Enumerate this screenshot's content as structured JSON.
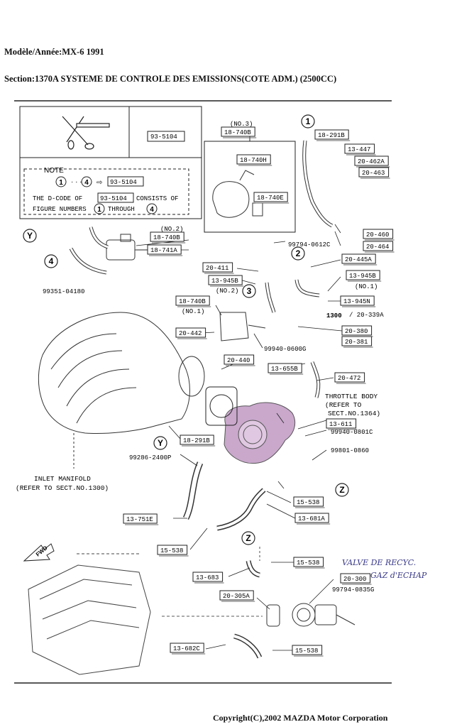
{
  "header": {
    "model_line": "Modèle/Année:MX-6 1991",
    "section_line": "Section:1370A  SYSTEME DE CONTROLE DES EMISSIONS(COTE ADM.) (2500CC)"
  },
  "note": {
    "title": "NOTE",
    "range_from": "1",
    "range_to": "4",
    "arrow_code": "93-5104",
    "line1_pre": "THE D-CODE OF",
    "line1_code": "93-5104",
    "line1_post": "CONSISTS OF",
    "line2_pre": "FIGURE NUMBERS",
    "line2_mid": "THROUGH",
    "line2_from": "1",
    "line2_to": "4"
  },
  "kit_code": "93-5104",
  "callouts": {
    "no3": "(NO.3)",
    "no2_top": "(NO.2)",
    "no2_mid": "(NO.2)",
    "no1_left": "(NO.1)",
    "no1_right": "(NO.1)",
    "bold_1300": "1300",
    "code_20_339A": "/ 20-339A"
  },
  "circled": {
    "c1": "1",
    "c2": "2",
    "c3": "3",
    "c4": "4",
    "cY1": "Y",
    "cY2": "Y",
    "cZ1": "Z",
    "cZ2": "Z"
  },
  "boxed_parts": {
    "p18_740B_top": "18-740B",
    "p18_740H": "18-740H",
    "p18_740E": "18-740E",
    "p18_291B_top": "18-291B",
    "p13_447": "13-447",
    "p20_462A": "20-462A",
    "p20_463": "20-463",
    "p20_460": "20-460",
    "p20_464": "20-464",
    "p18_740B_left": "18-740B",
    "p18_741A": "18-741A",
    "p20_411": "20-411",
    "p13_945B_left": "13-945B",
    "p20_445A": "20-445A",
    "p13_945B_right": "13-945B",
    "p13_945N": "13-945N",
    "p18_740B_mid": "18-740B",
    "p20_380": "20-380",
    "p20_381": "20-381",
    "p20_442": "20-442",
    "p20_440": "20-440",
    "p13_655B": "13-655B",
    "p20_472": "20-472",
    "p13_611": "13-611",
    "p18_291B_low": "18-291B",
    "p15_538_a": "15-538",
    "p13_681A": "13-681A",
    "p13_751E": "13-751E",
    "p15_538_b": "15-538",
    "p15_538_c": "15-538",
    "p13_683": "13-683",
    "p20_300": "20-300",
    "p20_305A": "20-305A",
    "p13_682C": "13-682C",
    "p15_538_d": "15-538"
  },
  "plain_parts": {
    "n99794_0612C": "99794-0612C",
    "n99351_04180": "99351-04180",
    "n99940_0600G": "99940-0600G",
    "n99940_0801C": "99940-0801C",
    "n99801_0860": "99801-0860",
    "n99286_2400P": "99286-2400P",
    "n99794_0835G": "99794-0835G"
  },
  "labels": {
    "throttle_1": "THROTTLE BODY",
    "throttle_2": "(REFER TO",
    "throttle_3": "SECT.NO.1364)",
    "inlet_1": "INLET MANIFOLD",
    "inlet_2": "(REFER TO SECT.NO.1300)",
    "fwd": "FWD"
  },
  "handwritten": {
    "line1": "VALVE DE RECYC.",
    "line2": "GAZ d'ECHAP"
  },
  "footer": {
    "copyright": "Copyright(C),2002 MAZDA Motor Corporation"
  }
}
